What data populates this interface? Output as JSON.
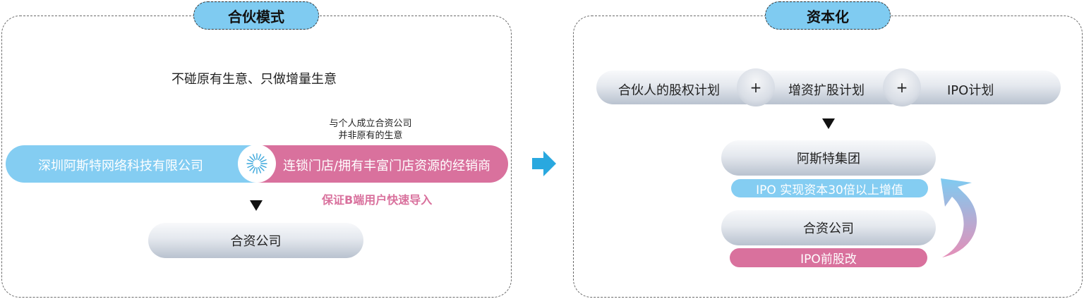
{
  "left_panel": {
    "title": "合伙模式",
    "slogan": "不碰原有生意、只做增量生意",
    "note_line1": "与个人成立合资公司",
    "note_line2": "并非原有的生意",
    "bar_left": "深圳阿斯特网络科技有限公司",
    "bar_right": "连锁门店/拥有丰富门店资源的经销商",
    "pink_caption": "保证B端用户快速导入",
    "result": "合资公司"
  },
  "right_panel": {
    "title": "资本化",
    "plan1": "合伙人的股权计划",
    "plus": "+",
    "plan2": "增资扩股计划",
    "plan3": "IPO计划",
    "group": "阿斯特集团",
    "group_note": "IPO 实现资本30倍以上增值",
    "jv": "合资公司",
    "jv_note": "IPO前股改"
  },
  "colors": {
    "blue": "#7fcbf1",
    "pink": "#d9719d",
    "arrow": "#29a8df"
  }
}
